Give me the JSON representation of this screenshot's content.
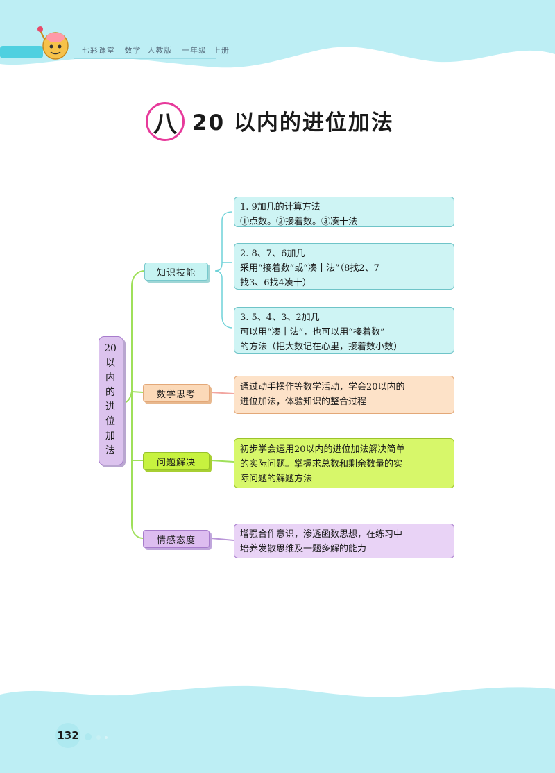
{
  "header": {
    "series": "七彩课堂",
    "subject": "数学",
    "edition": "人教版",
    "grade": "一年级",
    "volume": "上册"
  },
  "title": {
    "chapter_char": "八",
    "text": "20 以内的进位加法"
  },
  "mindmap": {
    "root_lines": [
      "20",
      "以",
      "内",
      "的",
      "进",
      "位",
      "加",
      "法"
    ],
    "branches": [
      {
        "label": "知识技能",
        "color": "#c6f3f2",
        "items": [
          {
            "lines": [
              "1. 9加几的计算方法",
              "①点数。②接着数。③凑十法"
            ]
          },
          {
            "lines": [
              "2. 8、7、6加几",
              "采用“接着数”或“凑十法”（8找2、7",
              "找3、6找4凑十）"
            ]
          },
          {
            "lines": [
              "3. 5、4、3、2加几",
              "可以用“凑十法”，也可以用“接着数”",
              "的方法（把大数记在心里，接着数小数）"
            ]
          }
        ]
      },
      {
        "label": "数学思考",
        "color": "#fbd9b8",
        "items": [
          {
            "lines": [
              "通过动手操作等数学活动，学会20以内的",
              "进位加法，体验知识的整合过程"
            ]
          }
        ]
      },
      {
        "label": "问题解决",
        "color": "#c7f23f",
        "items": [
          {
            "lines": [
              "初步学会运用20以内的进位加法解决简单",
              "的实际问题。掌握求总数和剩余数量的实",
              "际问题的解题方法"
            ]
          }
        ]
      },
      {
        "label": "情感态度",
        "color": "#ddbdf0",
        "items": [
          {
            "lines": [
              "增强合作意识，渗透函数思想，在练习中",
              "培养发散思维及一题多解的能力"
            ]
          }
        ]
      }
    ]
  },
  "footer": {
    "page_number": "132"
  }
}
